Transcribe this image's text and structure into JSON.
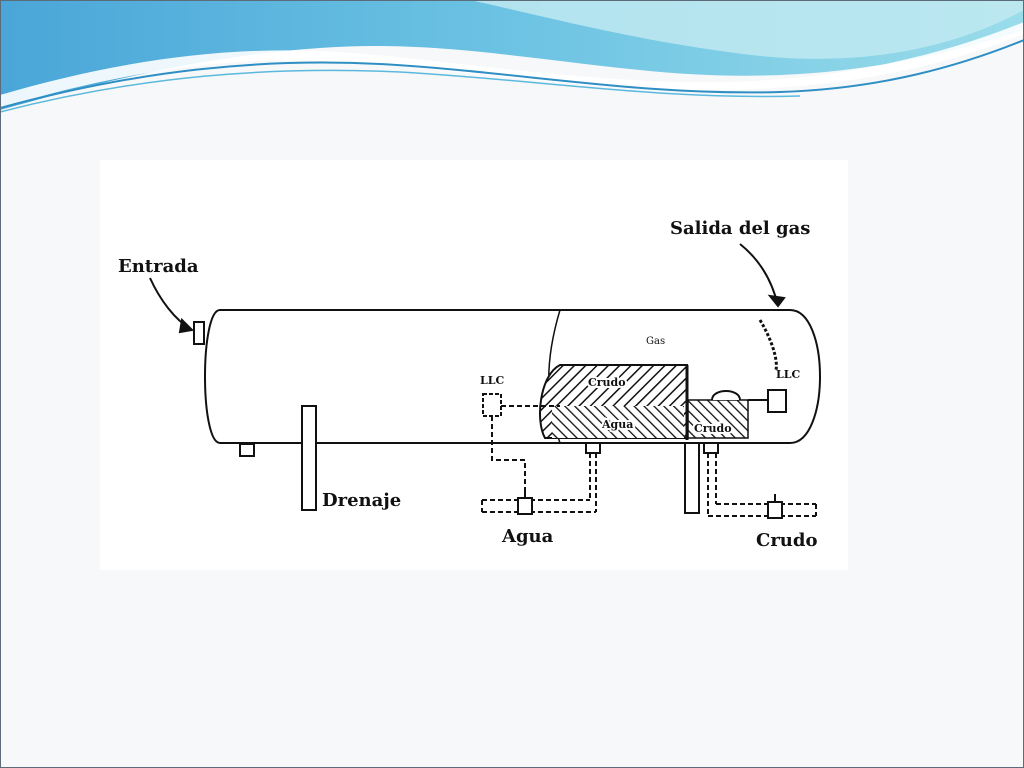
{
  "diagram": {
    "labels": {
      "entrada": "Entrada",
      "salida_gas": "Salida del gas",
      "gas": "Gas",
      "llc_left": "LLC",
      "llc_right": "LLC",
      "crudo_upper": "Crudo",
      "agua_inner": "Agua",
      "crudo_inner": "Crudo",
      "drenaje": "Drenaje",
      "agua_outlet": "Agua",
      "crudo_outlet": "Crudo"
    }
  },
  "colors": {
    "wave_dark": "#3a9ad0",
    "wave_light": "#8fd4e6",
    "wave_white": "#ffffff",
    "ink": "#111111"
  }
}
